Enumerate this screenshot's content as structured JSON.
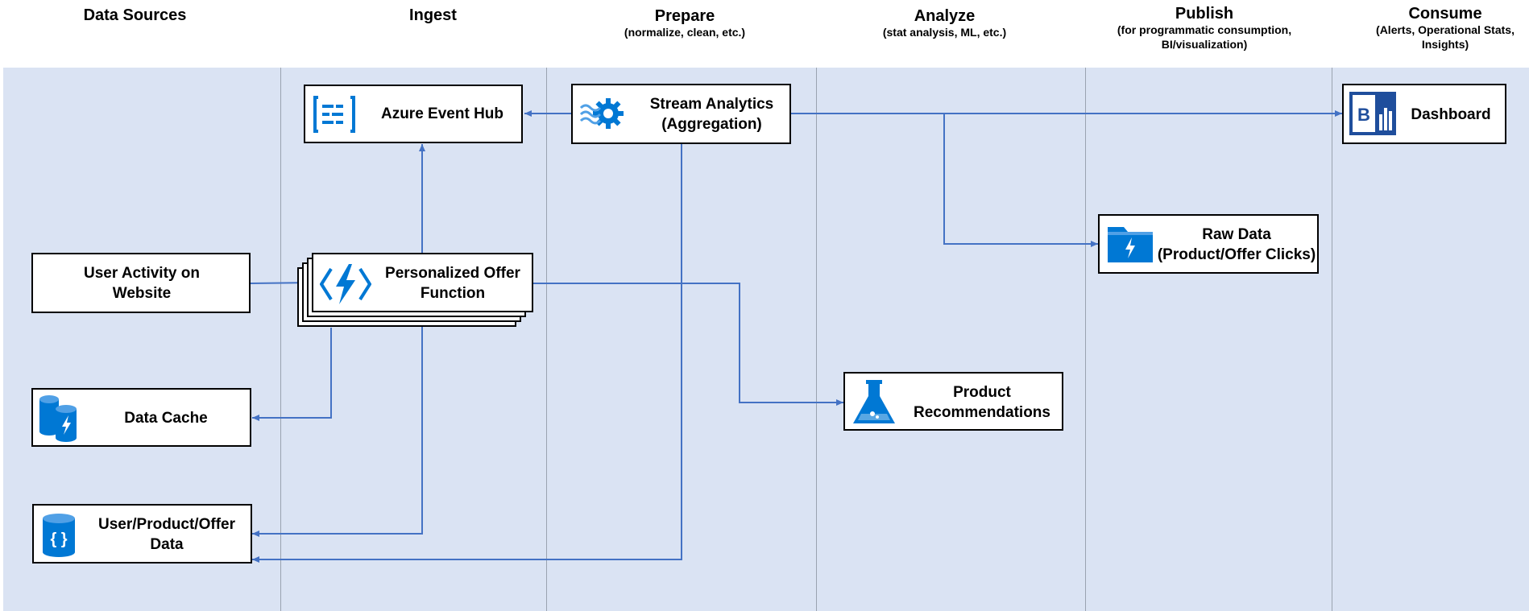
{
  "columns": [
    {
      "title": "Data Sources",
      "subtitle": ""
    },
    {
      "title": "Ingest",
      "subtitle": ""
    },
    {
      "title": "Prepare",
      "subtitle": "(normalize, clean, etc.)"
    },
    {
      "title": "Analyze",
      "subtitle": "(stat analysis, ML,  etc.)"
    },
    {
      "title": "Publish",
      "subtitle": "(for programmatic consumption, BI/visualization)"
    },
    {
      "title": "Consume",
      "subtitle": "(Alerts, Operational Stats, Insights)"
    }
  ],
  "nodes": {
    "event_hub": {
      "label": "Azure Event Hub",
      "icon": "event-hub-icon"
    },
    "stream_analytics": {
      "label": "Stream Analytics (Aggregation)",
      "icon": "stream-analytics-icon"
    },
    "dashboard": {
      "label": "Dashboard",
      "icon": "power-bi-icon"
    },
    "raw_data": {
      "label": "Raw Data (Product/Offer Clicks)",
      "icon": "storage-folder-icon"
    },
    "user_activity": {
      "label": "User Activity on Website"
    },
    "offer_function": {
      "label": "Personalized Offer Function",
      "icon": "function-icon"
    },
    "data_cache": {
      "label": "Data Cache",
      "icon": "cache-icon"
    },
    "product_recs": {
      "label": "Product Recommendations",
      "icon": "ml-flask-icon"
    },
    "user_product_data": {
      "label": "User/Product/Offer Data",
      "icon": "database-icon"
    }
  },
  "colors": {
    "band": "#dae3f3",
    "azure_blue": "#0078d4",
    "connector": "#4472c4"
  }
}
